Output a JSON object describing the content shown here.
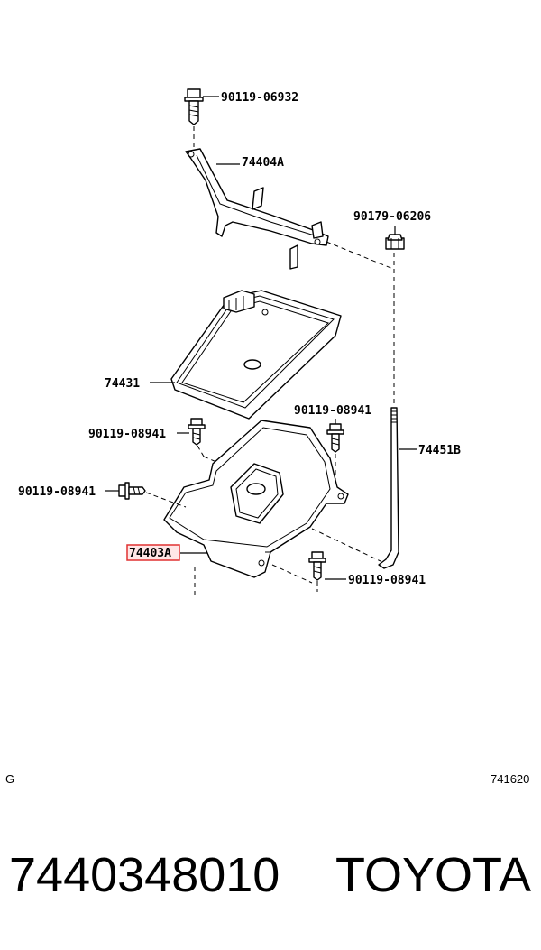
{
  "diagram": {
    "part_labels": {
      "bolt_top": "90119-06932",
      "bracket": "74404A",
      "nut": "90179-06206",
      "tray_cover": "74431",
      "bolt_right": "90119-08941",
      "bolt_upper_left": "90119-08941",
      "rod": "74451B",
      "bolt_left": "90119-08941",
      "tray": "74403A",
      "bolt_lower_right": "90119-08941"
    },
    "corner_left": "G",
    "corner_right": "741620",
    "highlight_color": "#e03030"
  },
  "footer": {
    "part_number": "7440348010",
    "brand": "TOYOTA"
  }
}
